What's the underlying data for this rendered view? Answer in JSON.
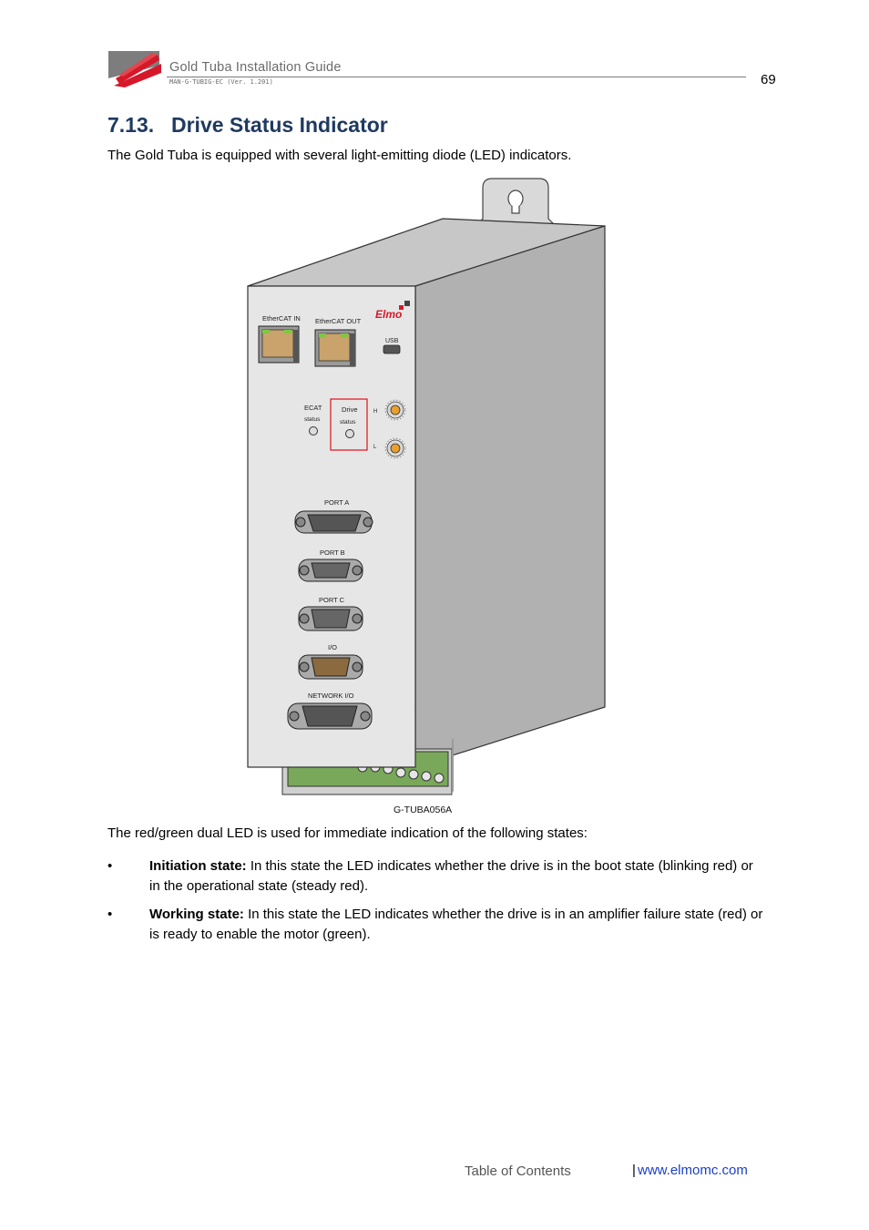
{
  "header": {
    "title": "Gold Tuba Installation Guide",
    "doc_id": "MAN-G-TUBIG-EC (Ver. 1.201)",
    "page_number": "69"
  },
  "section": {
    "number": "7.13.",
    "title": "Drive Status Indicator"
  },
  "intro": "The Gold Tuba is equipped with several light-emitting diode (LED) indicators.",
  "figure": {
    "brand": "Elmo",
    "labels": {
      "ethercat_in": "EtherCAT IN",
      "ethercat_out": "EtherCAT OUT",
      "usb": "USB",
      "ecat_status_1": "ECAT",
      "ecat_status_2": "status",
      "drive_status_1": "Drive",
      "drive_status_2": "status",
      "switch_h": "H",
      "switch_l": "L",
      "port_a": "PORT A",
      "port_b": "PORT B",
      "port_c": "PORT C",
      "io": "I/O",
      "network_io": "NETWORK I/O"
    },
    "caption": "G-TUBA056A"
  },
  "lead": "The red/green dual LED is used for immediate indication of the following states:",
  "bullets": [
    {
      "term": "Initiation state:",
      "text": " In this state the LED indicates whether the drive is in the boot state (blinking red) or in the operational state (steady red)."
    },
    {
      "term": "Working state:",
      "text": " In this state the LED indicates whether the drive is in an amplifier failure state (red) or is ready to enable the motor (green)."
    }
  ],
  "footer": {
    "toc": "Table of Contents",
    "separator": "|",
    "link": "www.elmomc.com"
  },
  "colors": {
    "heading": "#1f3a60",
    "logo_red": "#d6182a",
    "logo_gray": "#7d7d7d",
    "highlight_box": "#e0202a",
    "link": "#1a3fc8"
  }
}
